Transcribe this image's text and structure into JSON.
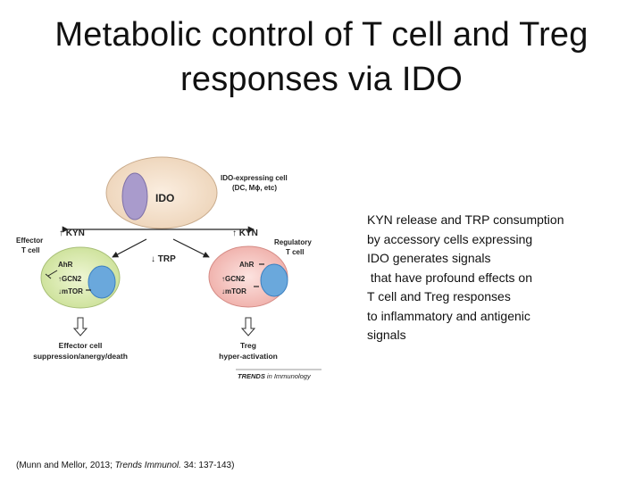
{
  "title": {
    "line1": "Metabolic control of T cell and Treg",
    "line2": "responses via IDO"
  },
  "figure": {
    "ido_cell_label": "IDO-expressing cell",
    "ido_cell_types": "(DC, Mϕ, etc)",
    "ido": "IDO",
    "kyn_left": "↑ KYN",
    "kyn_right": "↑ KYN",
    "trp": "↓ TRP",
    "effector_line1": "Effector",
    "effector_line2": "T cell",
    "regulatory_line1": "Regulatory",
    "regulatory_line2": "T cell",
    "ahr_left": "AhR",
    "gcn2_left": "↑GCN2",
    "mtor_left": "↓mTOR",
    "ahr_right": "AhR",
    "gcn2_right": "↑GCN2",
    "mtor_right": "↓mTOR",
    "effector_outcome_line1": "Effector cell",
    "effector_outcome_line2": "suppression/anergy/death",
    "treg_outcome_line1": "Treg",
    "treg_outcome_line2": "hyper-activation",
    "journal_brand": "TRENDS",
    "journal_name": " in Immunology",
    "colors": {
      "ido_cell": "#f2dcc5",
      "nucleus": "#a99bcc",
      "effector_cell": "#d9eab0",
      "regulatory_cell": "#f4c4c0",
      "cell_nucleus": "#6aa8dc"
    }
  },
  "description": [
    "KYN release and TRP consumption",
    "by accessory cells expressing",
    "IDO generates signals",
    " that have profound effects on",
    "T cell and Treg responses",
    "to inflammatory and antigenic",
    "signals"
  ],
  "citation": {
    "prefix": "(Munn and Mellor, 2013; ",
    "journal": "Trends Immunol.",
    "suffix": " 34: 137-143)"
  }
}
